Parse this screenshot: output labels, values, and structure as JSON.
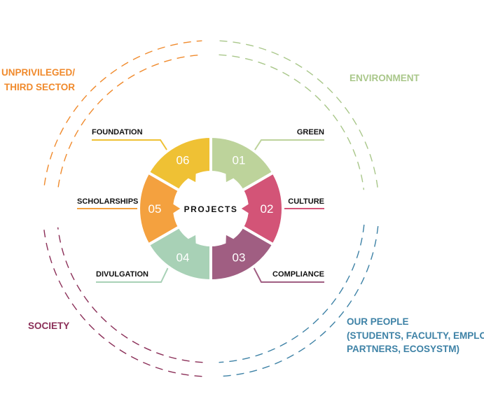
{
  "center_label": "PROJECTS",
  "segments": [
    {
      "number": "01",
      "label": "GREEN",
      "color": "#BDD39B"
    },
    {
      "number": "02",
      "label": "CULTURE",
      "color": "#D35477"
    },
    {
      "number": "03",
      "label": "COMPLIANCE",
      "color": "#A05E82"
    },
    {
      "number": "04",
      "label": "DIVULGATION",
      "color": "#A8D1B6"
    },
    {
      "number": "05",
      "label": "SCHOLARSHIPS",
      "color": "#F4A13F"
    },
    {
      "number": "06",
      "label": "FOUNDATION",
      "color": "#EFC134"
    }
  ],
  "stakeholders": {
    "unprivileged": {
      "lines": [
        "UNPRIVILEGED/",
        "THIRD SECTOR"
      ],
      "color": "#F08A2C"
    },
    "environment": {
      "lines": [
        "ENVIRONMENT"
      ],
      "color": "#A9C78A"
    },
    "society": {
      "lines": [
        "SOCIETY"
      ],
      "color": "#8B2F58"
    },
    "our_people": {
      "lines": [
        "OUR PEOPLE",
        "(STUDENTS, FACULTY, EMPLOYEES,",
        "PARTNERS, ECOSYSTM)"
      ],
      "color": "#3E82A6"
    }
  }
}
